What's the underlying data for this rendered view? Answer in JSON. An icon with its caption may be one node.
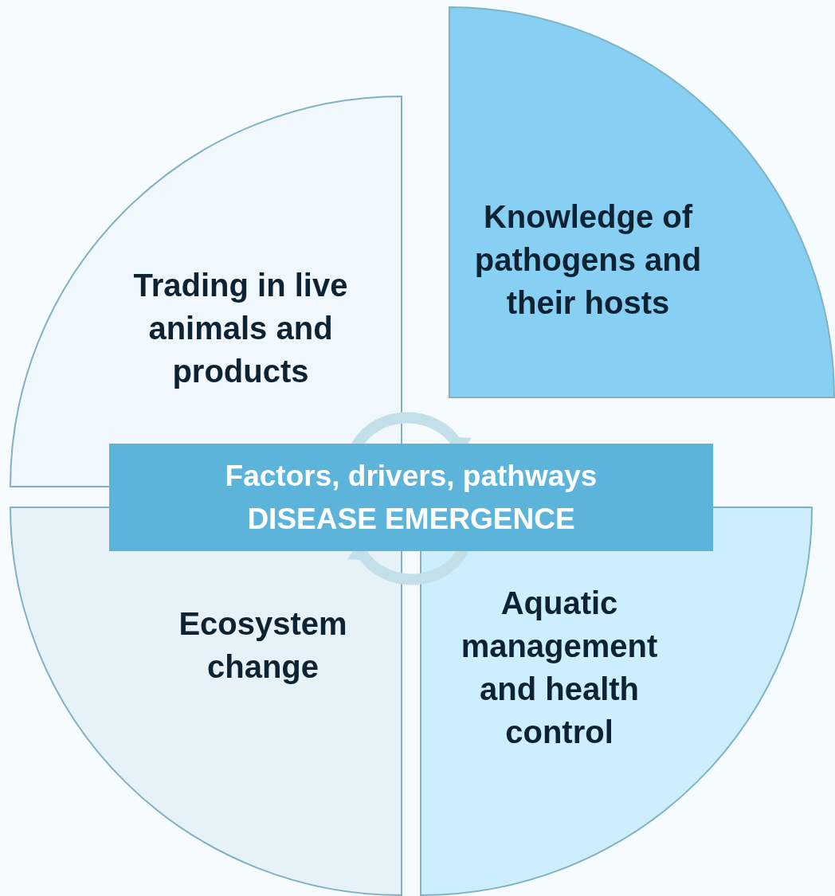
{
  "diagram": {
    "nodes": [
      {
        "text": [
          "Trading in live animals and products"
        ]
      },
      {
        "text": [
          "Knowledge of pathogens and their hosts"
        ]
      },
      {
        "text": [
          "Factors, drivers, pathways",
          "DISEASE EMERGENCE"
        ]
      },
      {
        "text": [
          "Ecosystem change"
        ]
      },
      {
        "text": [
          "Aquatic management and health control"
        ]
      }
    ]
  }
}
